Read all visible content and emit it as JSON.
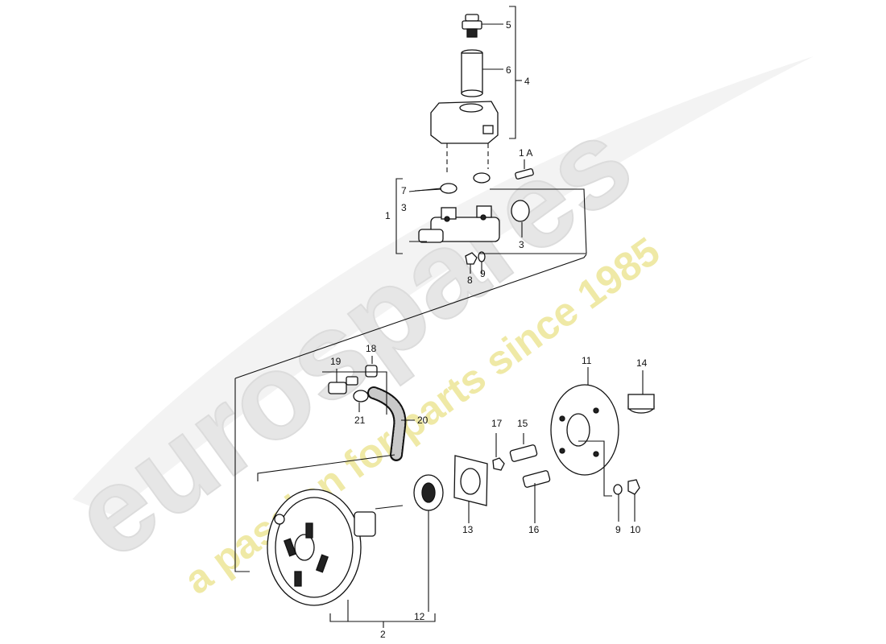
{
  "watermark": {
    "brand": "eurospares",
    "tagline": "a passion for parts since 1985",
    "brand_color": "#e6e6e6",
    "tagline_color": "#efe9a6"
  },
  "callouts": {
    "c1": "1",
    "c1a": "1 A",
    "c2": "2",
    "c3a": "3",
    "c3b": "3",
    "c4": "4",
    "c5": "5",
    "c6": "6",
    "c7": "7",
    "c8": "8",
    "c9a": "9",
    "c9b": "9",
    "c10": "10",
    "c11": "11",
    "c12": "12",
    "c13": "13",
    "c14": "14",
    "c15": "15",
    "c16": "16",
    "c17": "17",
    "c18": "18",
    "c19": "19",
    "c20": "20",
    "c21": "21"
  }
}
